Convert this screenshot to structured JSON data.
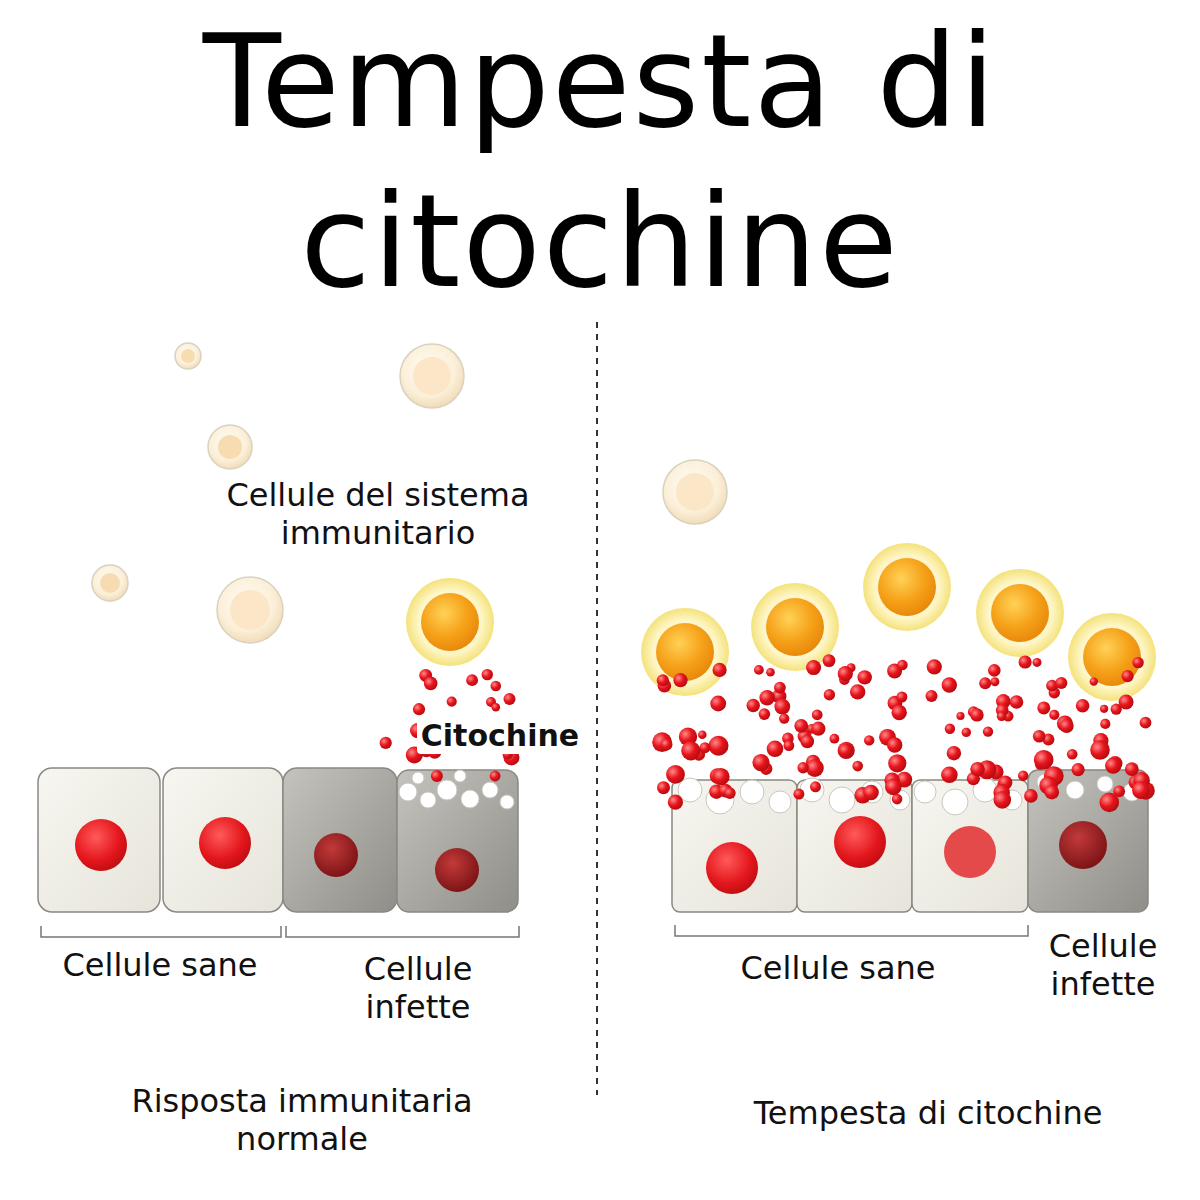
{
  "diagram": {
    "title": "Tempesta di citochine",
    "labels": [
      "Cellule del sistema immunitario",
      "Citochine",
      "Cellule sane",
      "Cellule infette",
      "Cellule sane",
      "Cellule infette",
      "Risposta immunitaria normale",
      "Tempesta di citochine"
    ]
  }
}
